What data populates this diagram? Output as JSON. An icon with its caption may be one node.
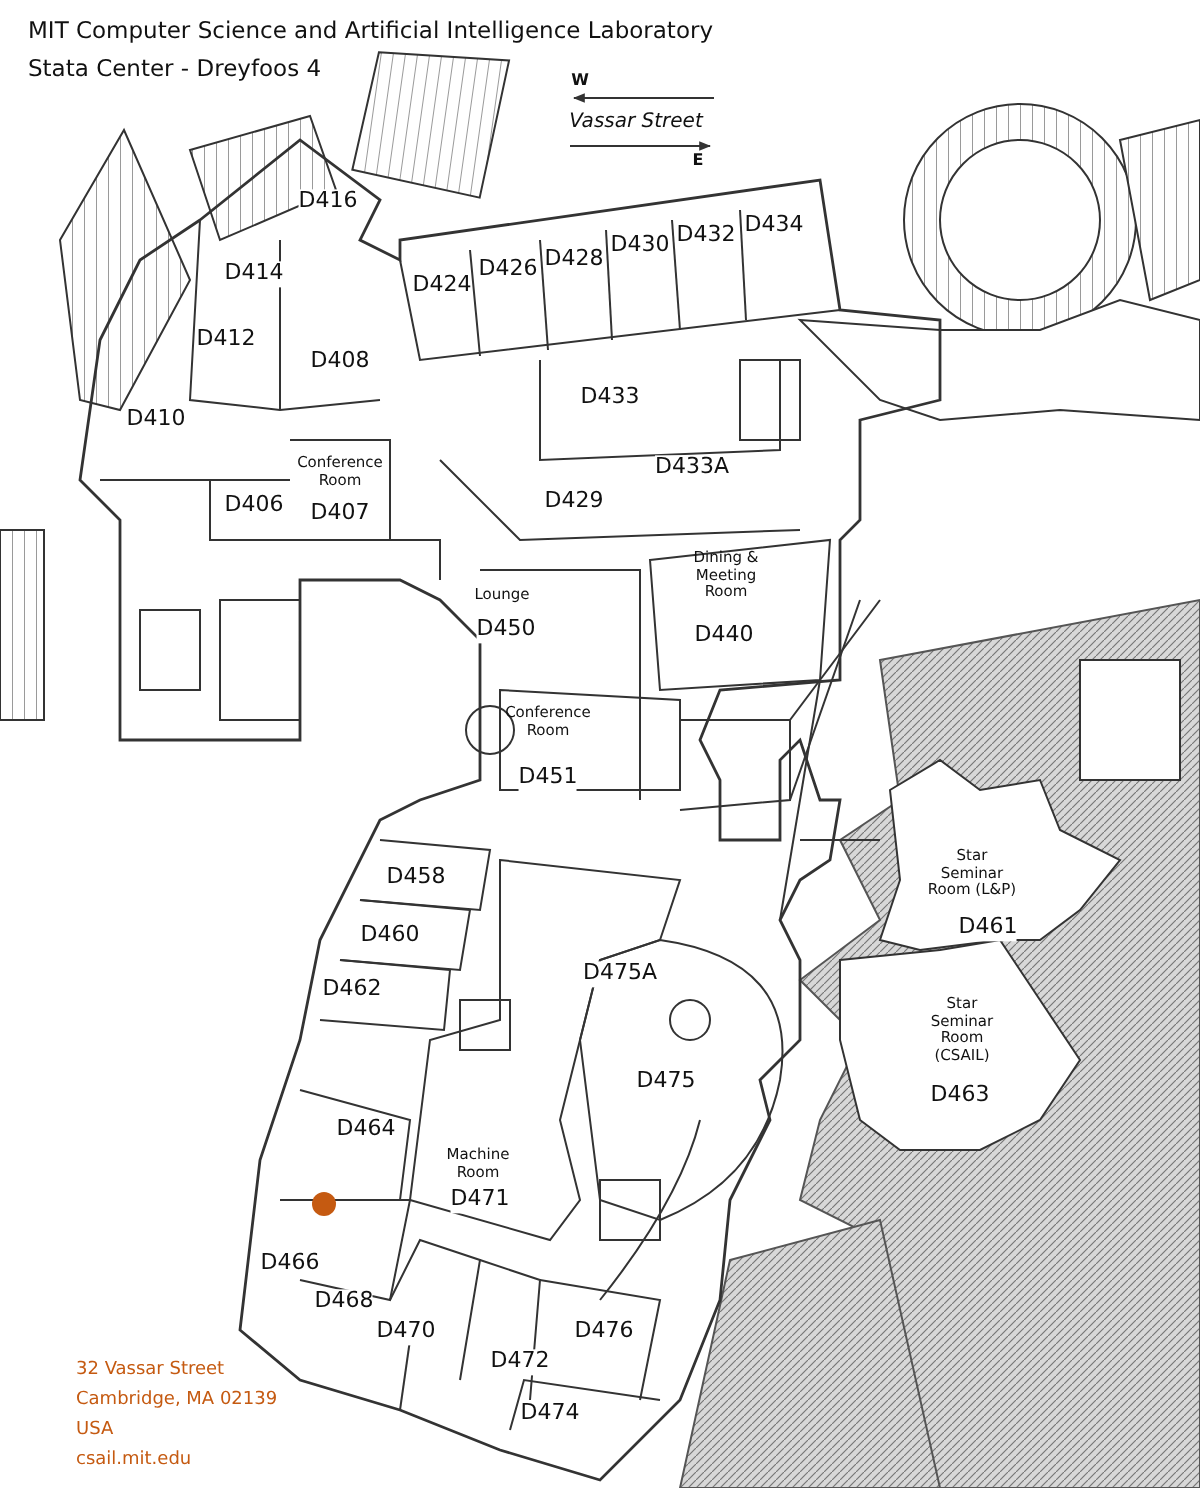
{
  "diagram": {
    "title": "MIT Computer Science and Artificial Intelligence Laboratory",
    "labels": [
      "Stata Center - Dreyfoos 4",
      "W",
      "Vassar Street",
      "E",
      "D416",
      "D414",
      "D424",
      "D426",
      "D428",
      "D430",
      "D432",
      "D434",
      "D412",
      "D408",
      "D433",
      "D410",
      "Conference Room",
      "D406",
      "D407",
      "D429",
      "D433A",
      "Dining & Meeting Room",
      "Lounge",
      "D450",
      "D440",
      "Conference Room",
      "D451",
      "Star Seminar Room (L&P)",
      "D461",
      "D458",
      "D460",
      "D475A",
      "D462",
      "Star Seminar Room (CSAIL)",
      "D463",
      "D475",
      "D464",
      "Machine Room",
      "D471",
      "D466",
      "D468",
      "D470",
      "D476",
      "D472",
      "D474",
      "32 Vassar Street",
      "Cambridge, MA 02139",
      "USA",
      "csail.mit.edu"
    ]
  }
}
